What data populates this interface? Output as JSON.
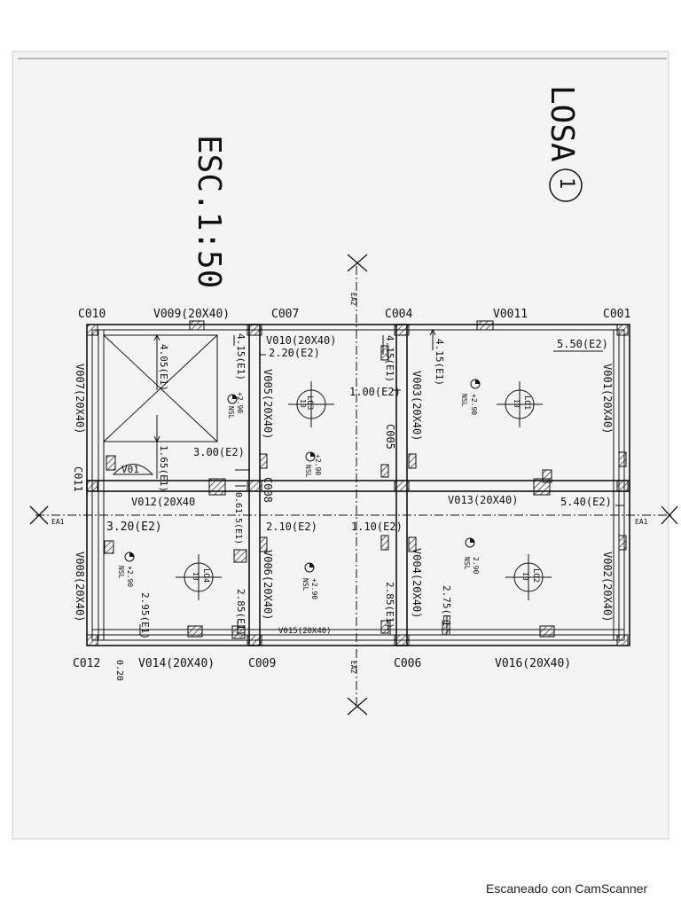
{
  "title": {
    "losa": "LOSA",
    "losa_number": "1",
    "escala": "ESC.1:50"
  },
  "columns": {
    "c001": "C001",
    "c004": "C004",
    "c007": "C007",
    "c010": "C010",
    "c005": "C005",
    "c008": "C008",
    "c011": "C011",
    "c006": "C006",
    "c009": "C009",
    "c012": "C012"
  },
  "beams": {
    "v009": "V009(20X40)",
    "v0011": "V0011",
    "v010": "V010(20X40)",
    "v012": "V012(20X40",
    "v013": "V013(20X40)",
    "v015": "V015(20X40)",
    "v014": "V014(20X40)",
    "v016": "V016(20X40)",
    "v007": "V007(20X40)",
    "v008": "V008(20X40)",
    "v005": "V005(20X40)",
    "v006": "V006(20X40)",
    "v003": "V003(20X40)",
    "v004": "V004(20X40)",
    "v001": "V001(20X40)",
    "v002": "V002(20X40)"
  },
  "slabs": {
    "lo1": "LO1",
    "lo2": "LO2",
    "lo3": "LO3",
    "lo4": "LO4",
    "thick": "10"
  },
  "levels": {
    "plus290": "+2.90",
    "level290": "2.90",
    "nsl": "NSL"
  },
  "stair": {
    "v01": "V01",
    "dim405": "4.05(E1)",
    "dim165": "1.65(E1)"
  },
  "dims": {
    "d415a": "4.15(E1)",
    "d415b": "4.15(E1)",
    "d415c": "4.15(E1)",
    "d220": "2.20(E2)",
    "d550": "5.50(E2)",
    "d100": "1.00(E2)",
    "d300": "3.00(E2)",
    "d540": "5.40(E2)",
    "d320": "3.20(E2)",
    "d061": "0.61",
    "d515": "5(E1)",
    "d210": "2.10(E2)",
    "d110": "1.10(E2)",
    "d295": "2.95(E1)",
    "d285a": "2.85(E1)",
    "d285b": "2.85(E1)",
    "d275": "2.75(E1)",
    "d020": "0.20"
  },
  "axes": {
    "ea1": "EA1",
    "ea2": "EA2"
  },
  "footer": "Escaneado con CamScanner"
}
